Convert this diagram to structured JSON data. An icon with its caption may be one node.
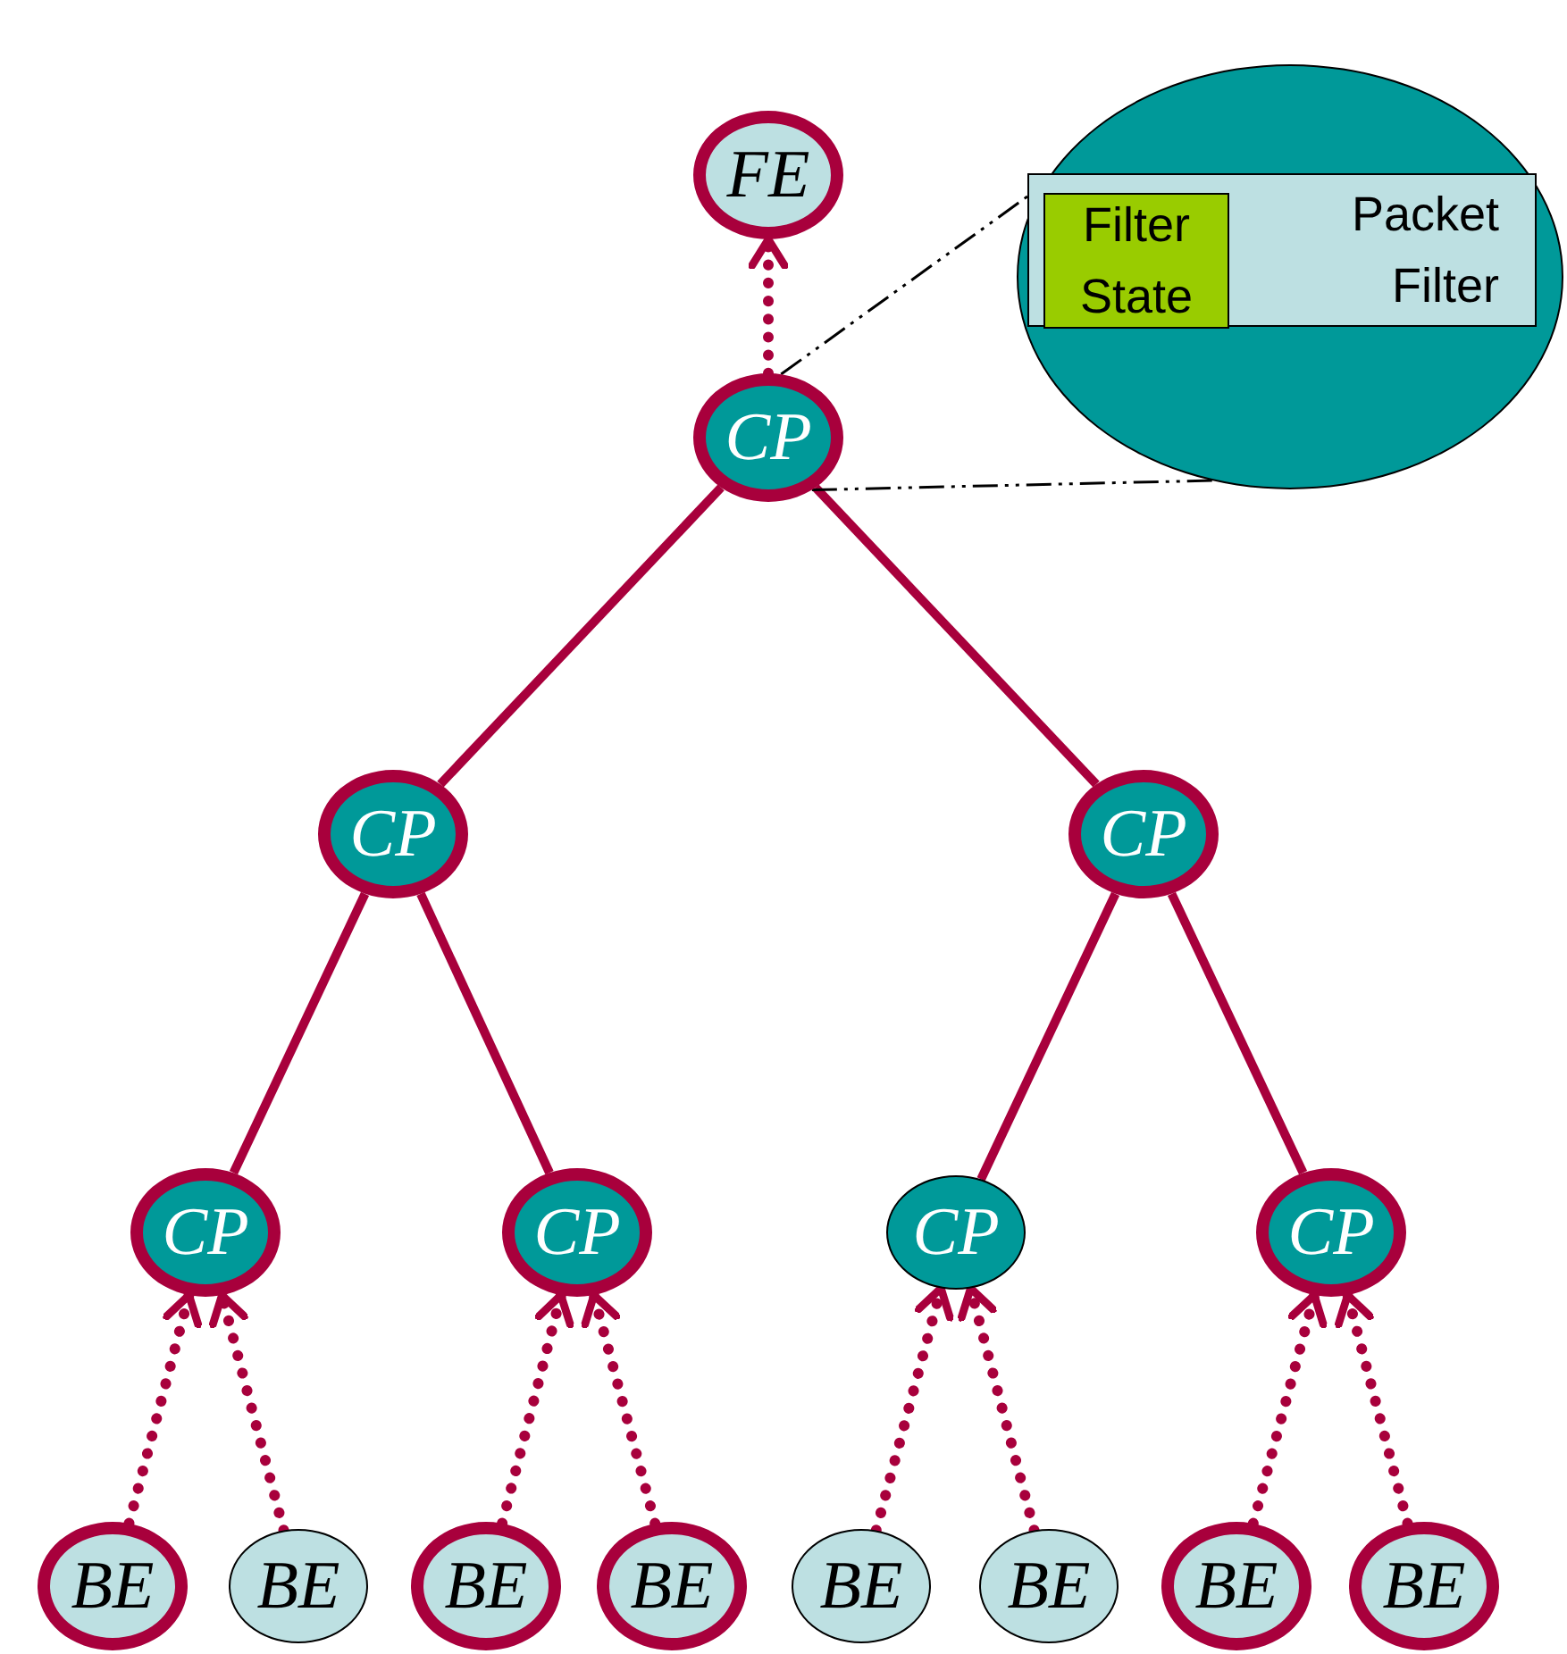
{
  "diagram": {
    "nodes": [
      {
        "text": [
          "FE"
        ]
      },
      {
        "text": [
          "CP"
        ]
      },
      {
        "text": [
          "CP"
        ]
      },
      {
        "text": [
          "CP"
        ]
      },
      {
        "text": [
          "CP"
        ]
      },
      {
        "text": [
          "CP"
        ]
      },
      {
        "text": [
          "CP"
        ]
      },
      {
        "text": [
          "CP"
        ]
      },
      {
        "text": [
          "BE"
        ]
      },
      {
        "text": [
          "BE"
        ]
      },
      {
        "text": [
          "BE"
        ]
      },
      {
        "text": [
          "BE"
        ]
      },
      {
        "text": [
          "BE"
        ]
      },
      {
        "text": [
          "BE"
        ]
      },
      {
        "text": [
          "BE"
        ]
      },
      {
        "text": [
          "BE"
        ]
      },
      {
        "text": [],
        "shape": "circle"
      },
      {
        "text": [
          "Packet Filter"
        ],
        "in": 16
      },
      {
        "text": [
          "Filter State"
        ],
        "in": 17
      }
    ],
    "edges": [
      {
        "from": 1,
        "to": 0,
        "arrow": "to",
        "style": "dashed"
      },
      {
        "from": 1,
        "to": 2,
        "arrow": "none"
      },
      {
        "from": 1,
        "to": 3,
        "arrow": "none"
      },
      {
        "from": 2,
        "to": 4,
        "arrow": "none"
      },
      {
        "from": 2,
        "to": 5,
        "arrow": "none"
      },
      {
        "from": 3,
        "to": 6,
        "arrow": "none"
      },
      {
        "from": 3,
        "to": 7,
        "arrow": "none"
      },
      {
        "from": 8,
        "to": 4,
        "arrow": "to",
        "style": "dashed"
      },
      {
        "from": 9,
        "to": 4,
        "arrow": "to",
        "style": "dashed"
      },
      {
        "from": 10,
        "to": 5,
        "arrow": "to",
        "style": "dashed"
      },
      {
        "from": 11,
        "to": 5,
        "arrow": "to",
        "style": "dashed"
      },
      {
        "from": 12,
        "to": 6,
        "arrow": "to",
        "style": "dashed"
      },
      {
        "from": 13,
        "to": 6,
        "arrow": "to",
        "style": "dashed"
      },
      {
        "from": 14,
        "to": 7,
        "arrow": "to",
        "style": "dashed"
      },
      {
        "from": 15,
        "to": 7,
        "arrow": "to",
        "style": "dashed"
      },
      {
        "from": 1,
        "to": 16,
        "arrow": "none",
        "style": "dashed",
        "color": "#000000"
      },
      {
        "from": 1,
        "to": 16,
        "arrow": "none",
        "style": "dashed",
        "color": "#000000"
      }
    ]
  }
}
